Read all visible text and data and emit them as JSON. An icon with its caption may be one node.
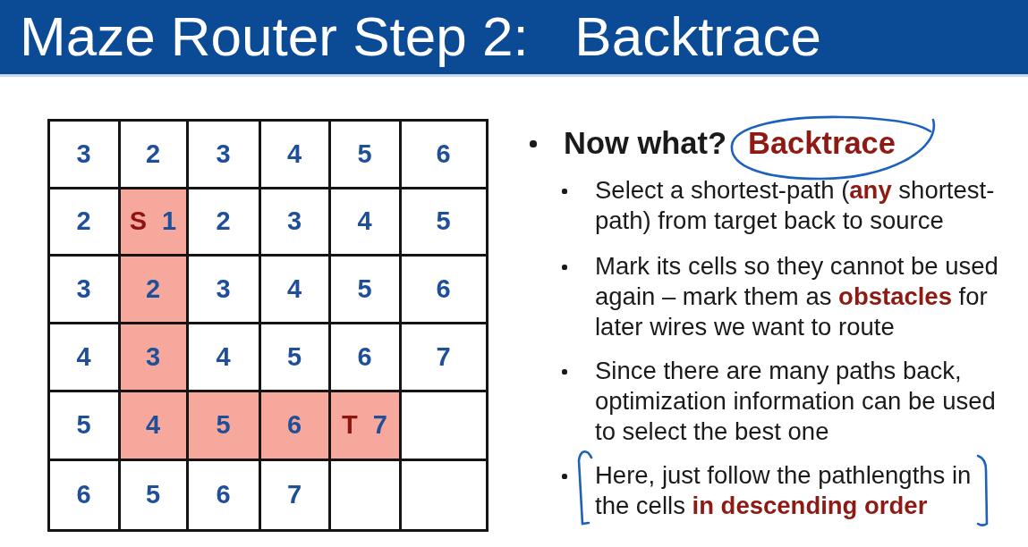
{
  "diagram": {
    "title": "Maze Router Step 2:   Backtrace",
    "nodes": [
      {
        "text": [
          "3"
        ]
      },
      {
        "text": [
          "2"
        ]
      },
      {
        "text": [
          "3"
        ]
      },
      {
        "text": [
          "4"
        ]
      },
      {
        "text": [
          "5"
        ]
      },
      {
        "text": [
          "6"
        ]
      },
      {
        "text": [
          "2"
        ]
      },
      {
        "text": [
          "S",
          "1"
        ]
      },
      {
        "text": [
          "2"
        ]
      },
      {
        "text": [
          "3"
        ]
      },
      {
        "text": [
          "4"
        ]
      },
      {
        "text": [
          "5"
        ]
      },
      {
        "text": [
          "3"
        ]
      },
      {
        "text": [
          "2"
        ]
      },
      {
        "text": [
          "3"
        ]
      },
      {
        "text": [
          "4"
        ]
      },
      {
        "text": [
          "5"
        ]
      },
      {
        "text": [
          "6"
        ]
      },
      {
        "text": [
          "4"
        ]
      },
      {
        "text": [
          "3"
        ]
      },
      {
        "text": [
          "4"
        ]
      },
      {
        "text": [
          "5"
        ]
      },
      {
        "text": [
          "6"
        ]
      },
      {
        "text": [
          "7"
        ]
      },
      {
        "text": [
          "5"
        ]
      },
      {
        "text": [
          "4"
        ]
      },
      {
        "text": [
          "5"
        ]
      },
      {
        "text": [
          "6"
        ]
      },
      {
        "text": [
          "T",
          "7"
        ]
      },
      {
        "text": [],
        "shape": "box"
      },
      {
        "text": [
          "6"
        ]
      },
      {
        "text": [
          "5"
        ]
      },
      {
        "text": [
          "6"
        ]
      },
      {
        "text": [
          "7"
        ]
      },
      {
        "text": [],
        "shape": "box"
      },
      {
        "text": [],
        "shape": "box"
      }
    ],
    "labels": [
      "Now what?",
      "Backtrace",
      "Select a shortest-path (**any** shortest-path) from target back to source",
      "Mark its cells so they cannot be used again – mark them as **obstacles** for later wires we want to route",
      "Since there are many paths back, optimization information can be used to select the best one",
      "Here, just follow the pathlengths in the cells **in descending order**"
    ]
  }
}
